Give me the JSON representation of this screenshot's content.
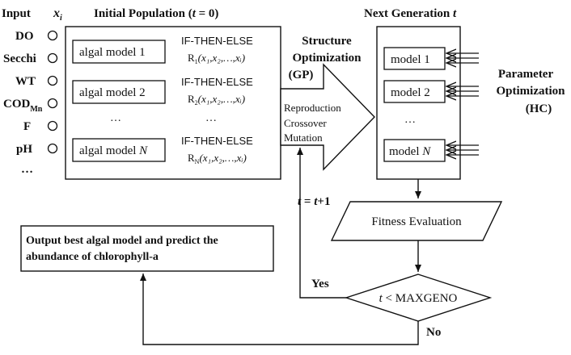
{
  "inputs": {
    "header": "Input",
    "var_symbol": "x",
    "var_sub": "i",
    "items": [
      {
        "label": "DO"
      },
      {
        "label": "Secchi"
      },
      {
        "label": "WT"
      },
      {
        "label": "COD",
        "sub": "Mn"
      },
      {
        "label": "F"
      },
      {
        "label": "pH"
      }
    ],
    "ellipsis": "…"
  },
  "initial_population": {
    "title_prefix": "Initial Population (",
    "title_var": "t",
    "title_suffix": " = 0)",
    "models": [
      {
        "label": "algal model 1",
        "rule_prefix": "IF-THEN-ELSE",
        "rule_R": "R",
        "rule_sub": "1",
        "rule_args": "(x₁,x₂,…,xᵢ)"
      },
      {
        "label": "algal model 2",
        "rule_prefix": "IF-THEN-ELSE",
        "rule_R": "R",
        "rule_sub": "2",
        "rule_args": "(x₁,x₂,…,xᵢ)"
      },
      {
        "label_prefix": "algal model ",
        "label_var": "N",
        "rule_prefix": "IF-THEN-ELSE",
        "rule_R": "R",
        "rule_sub": "N",
        "rule_args": "(x₁,x₂,…,xᵢ)"
      }
    ],
    "ellipsis": "…"
  },
  "structure_optimization": {
    "line1": "Structure",
    "line2": "Optimization",
    "line3": "(GP)",
    "ops": [
      "Reproduction",
      "Crossover",
      "Mutation"
    ]
  },
  "next_generation": {
    "title_prefix": "Next Generation ",
    "title_var": "t",
    "models": [
      {
        "label": "model 1"
      },
      {
        "label": "model 2"
      },
      {
        "label_prefix": "model ",
        "label_var": "N"
      }
    ],
    "ellipsis": "…"
  },
  "parameter_optimization": {
    "line1": "Parameter",
    "line2": "Optimization",
    "line3": "(HC)"
  },
  "fitness": {
    "label": "Fitness Evaluation"
  },
  "loop_label": {
    "var": "t",
    "text": " = ",
    "var2": "t",
    "text2": "+1"
  },
  "decision": {
    "var": "t",
    "text": " < MAXGENO"
  },
  "yes_label": "Yes",
  "no_label": "No",
  "output": {
    "line1": "Output best algal model and predict the",
    "line2": "abundance of chlorophyll-a"
  }
}
